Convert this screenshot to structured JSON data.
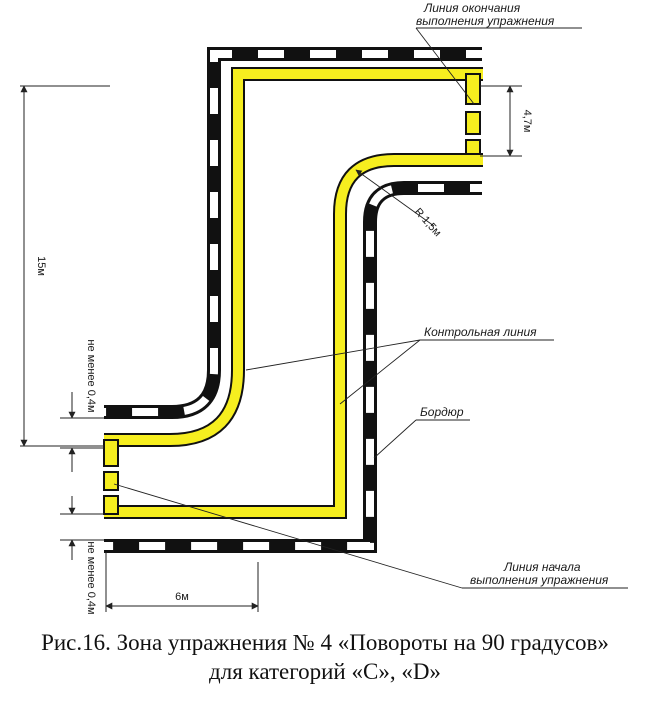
{
  "diagram": {
    "labels": {
      "finish_line": [
        "Линия окончания",
        "выполнения упражнения"
      ],
      "start_line": [
        "Линия начала",
        "выполнения упражнения"
      ],
      "control_line": "Контрольная линия",
      "curb": "Бордюр",
      "radius": "R 1,5м"
    },
    "dimensions": {
      "gap_top": "4,7м",
      "total_length": "15м",
      "min_gap_upper": "не менее 0,4м",
      "min_gap_lower": "не менее 0,4м",
      "width": "6м"
    },
    "colors": {
      "curb_dark": "#111111",
      "curb_light": "#ffffff",
      "control_line": "#f6ee1f",
      "outline": "#111111"
    }
  },
  "caption": {
    "line1": "Рис.16. Зона упражнения № 4 «Повороты на 90 градусов»",
    "line2": "для категорий «С», «D»"
  }
}
